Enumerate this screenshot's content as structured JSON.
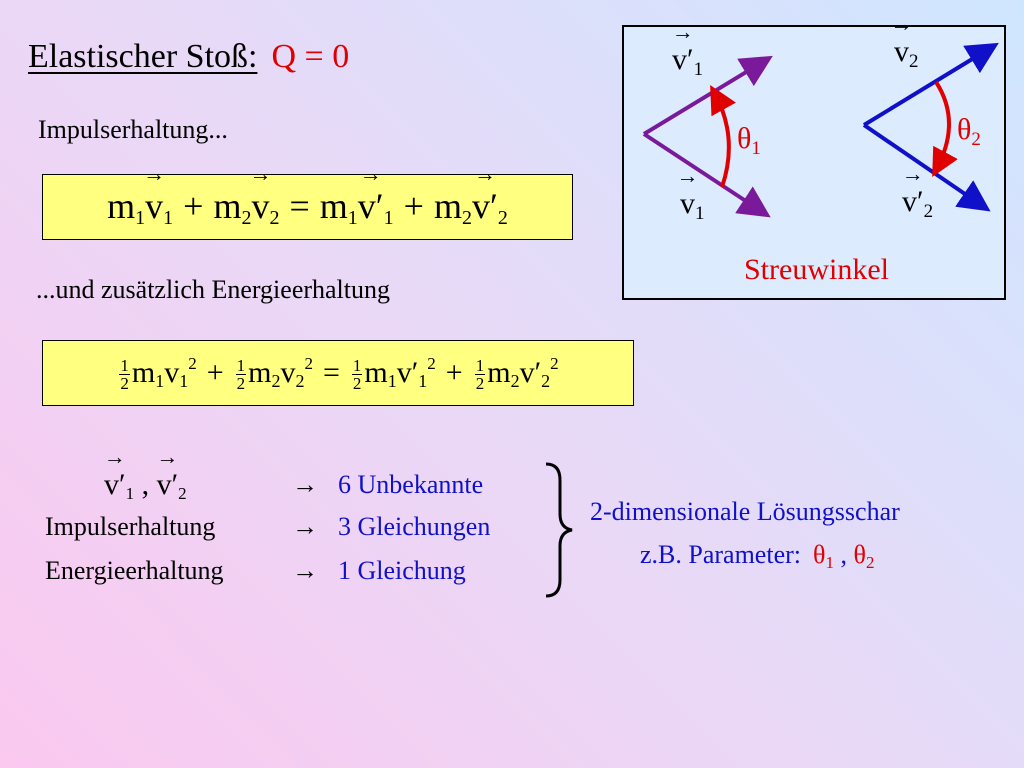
{
  "title": {
    "text": "Elastischer Stoß:",
    "condition": "Q = 0"
  },
  "momentum_heading": "Impulserhaltung...",
  "energy_heading": "...und zusätzlich Energieerhaltung",
  "equations": {
    "momentum": "m1v1 + m2v2 = m1v1′ + m2v2′",
    "energy": "½m1v1² + ½m2v2² = ½m1v1′² + ½m2v2′²"
  },
  "diagram": {
    "labels": {
      "v1_prime": "v′1",
      "v1": "v1",
      "theta1": "θ1",
      "v2": "v2",
      "v2_prime": "v′2",
      "theta2": "θ2"
    },
    "caption": "Streuwinkel",
    "colors": {
      "particle1": "#7a1a9a",
      "particle2": "#1010c8",
      "angle": "#e00000"
    }
  },
  "unknowns": {
    "rows": [
      {
        "left": "v′1 , v′2",
        "arrow": "→",
        "right": "6 Unbekannte"
      },
      {
        "left": "Impulserhaltung",
        "arrow": "→",
        "right": "3 Gleichungen"
      },
      {
        "left": "Energieerhaltung",
        "arrow": "→",
        "right": "1 Gleichung"
      }
    ],
    "conclusion_line1": "2-dimensionale Lösungsschar",
    "conclusion_line2": "z.B. Parameter:",
    "parameters": "θ1 , θ2"
  }
}
